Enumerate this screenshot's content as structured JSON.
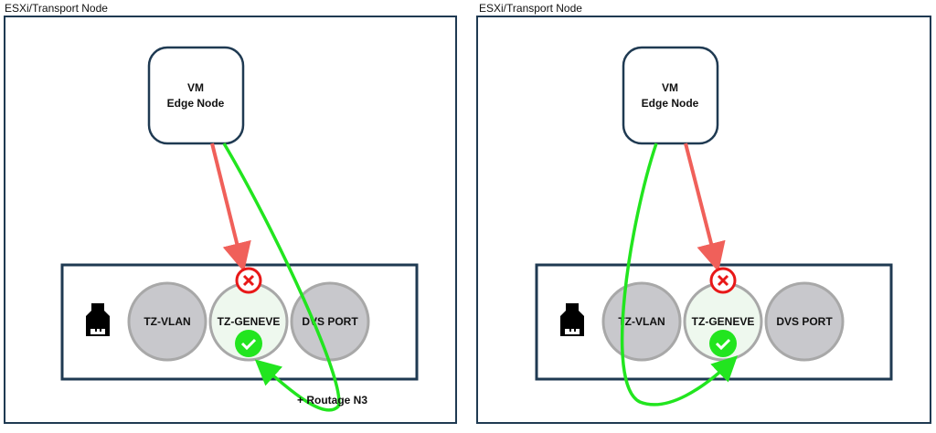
{
  "panels": [
    {
      "title": "ESXi/Transport Node",
      "vm_line1": "VM",
      "vm_line2": "Edge Node",
      "ports": [
        "TZ-VLAN",
        "TZ-GENEVE",
        "DVS PORT"
      ],
      "annotation": "+ Routage N3"
    },
    {
      "title": "ESXi/Transport Node",
      "vm_line1": "VM",
      "vm_line2": "Edge Node",
      "ports": [
        "TZ-VLAN",
        "TZ-GENEVE",
        "DVS PORT"
      ]
    }
  ],
  "colors": {
    "border": "#1f3a52",
    "blocked": "#f0605a",
    "allowed": "#22e51f",
    "port": "#c8c8cc",
    "active_port": "#eef8ee"
  }
}
